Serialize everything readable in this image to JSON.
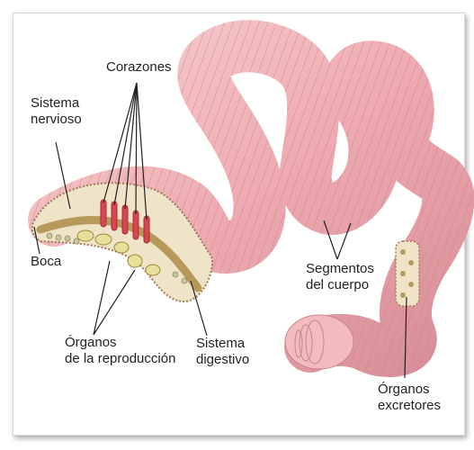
{
  "labels": {
    "hearts": "Corazones",
    "nervous_line1": "Sistema",
    "nervous_line2": "nervioso",
    "mouth": "Boca",
    "repro_line1": "Órganos",
    "repro_line2": "de la reproducción",
    "digestive_line1": "Sistema",
    "digestive_line2": "digestivo",
    "segments_line1": "Segmentos",
    "segments_line2": "del cuerpo",
    "excretory_line1": "Órganos",
    "excretory_line2": "excretores"
  },
  "colors": {
    "worm_body": "#f2b8b8",
    "worm_shadow": "#d98f97",
    "worm_outline": "#b86b76",
    "internal": "#e9dcc0",
    "hearts": "#d9454f",
    "leader_lines": "#222222"
  }
}
